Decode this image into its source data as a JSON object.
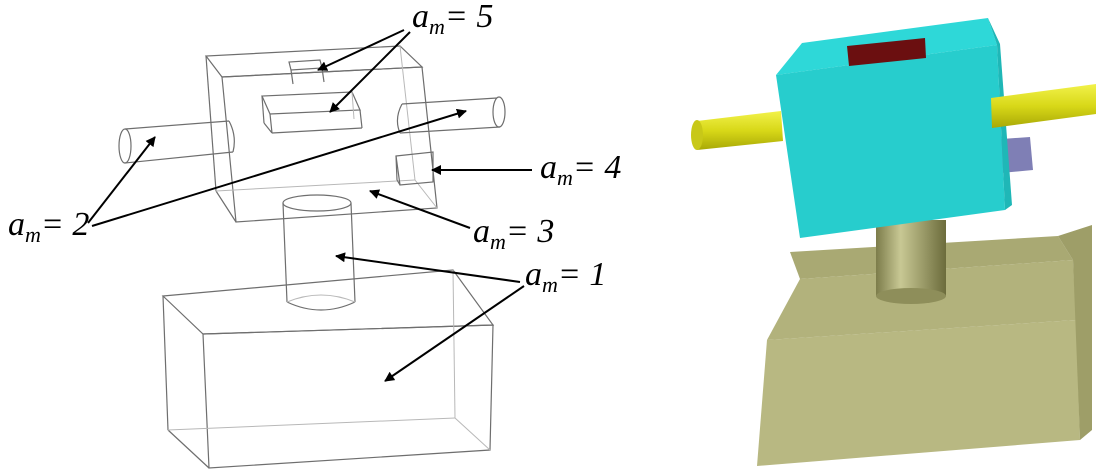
{
  "labels": {
    "am5": {
      "main": "a",
      "sub": "m",
      "eq": "= 5"
    },
    "am4": {
      "main": "a",
      "sub": "m",
      "eq": "= 4"
    },
    "am3": {
      "main": "a",
      "sub": "m",
      "eq": "= 3"
    },
    "am2": {
      "main": "a",
      "sub": "m",
      "eq": "= 2"
    },
    "am1": {
      "main": "a",
      "sub": "m",
      "eq": "= 1"
    }
  },
  "colors": {
    "head_cube": "#27cdcd",
    "slot": "#6b0f10",
    "arm": "#d8d818",
    "side_tab": "#7f7fb5",
    "neck": "#a8a86a",
    "base": "#b8b882",
    "wire": "#6e6e6e"
  }
}
